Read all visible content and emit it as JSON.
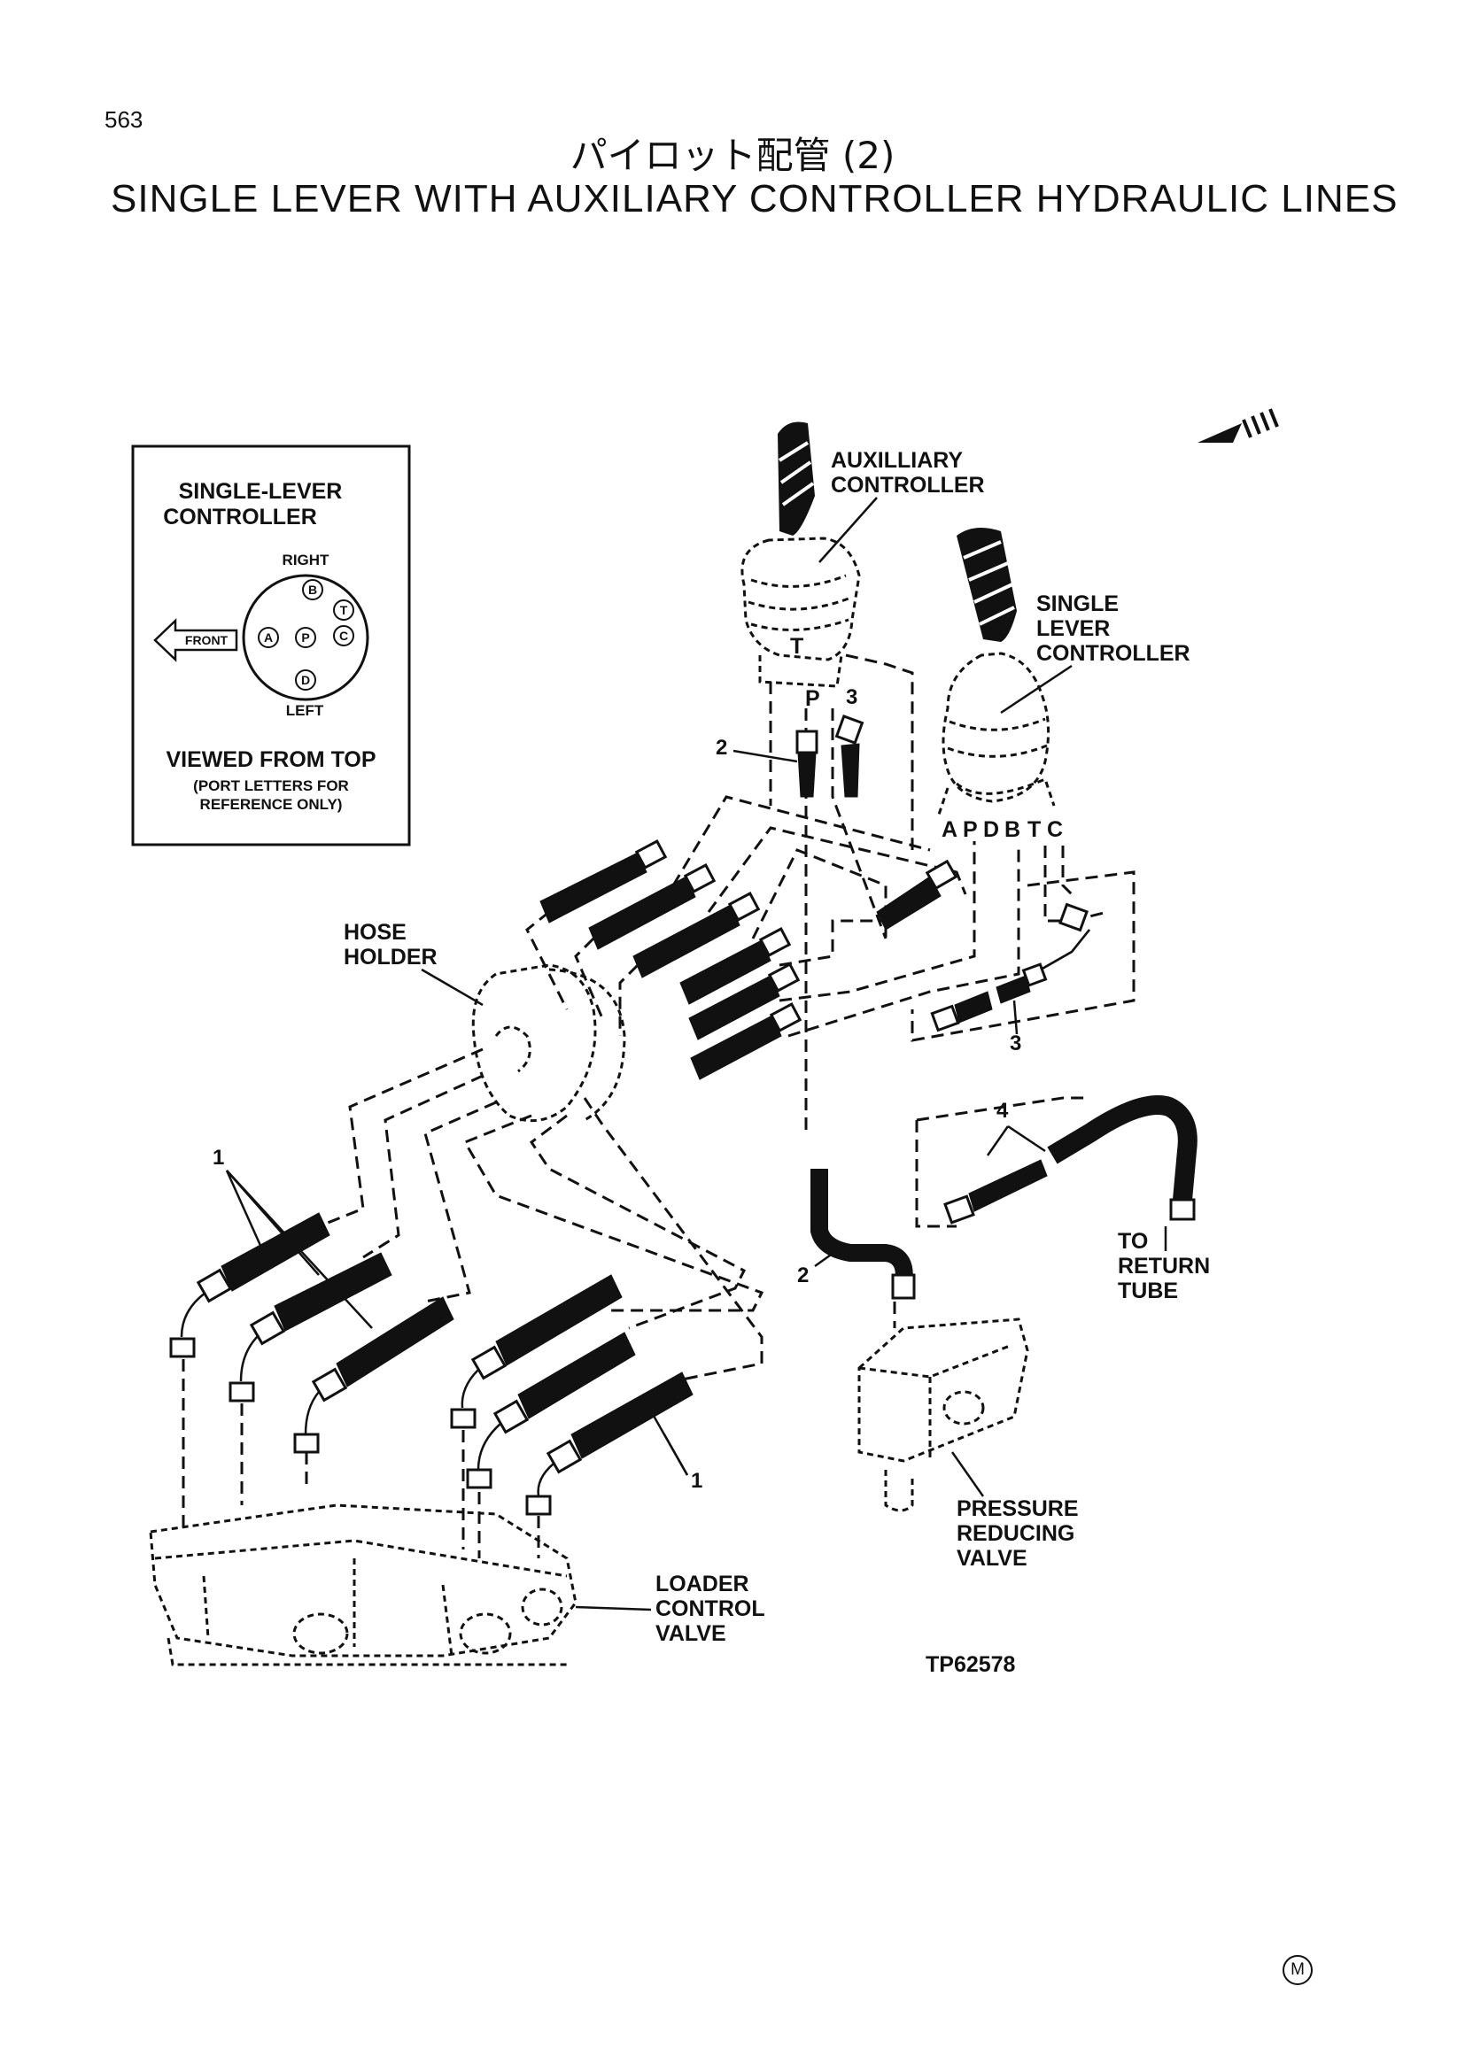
{
  "page_number": "563",
  "title_jp": "パイロット配管 (2)",
  "title_en": "SINGLE LEVER WITH AUXILIARY CONTROLLER HYDRAULIC LINES",
  "inset": {
    "heading_line1": "SINGLE-LEVER",
    "heading_line2": "CONTROLLER",
    "right": "RIGHT",
    "left": "LEFT",
    "front": "FRONT",
    "ports": [
      "A",
      "P",
      "B",
      "T",
      "C",
      "D"
    ],
    "viewed": "VIEWED FROM TOP",
    "note_line1": "(PORT LETTERS FOR",
    "note_line2": "REFERENCE ONLY)"
  },
  "labels": {
    "aux_line1": "AUXILLIARY",
    "aux_line2": "CONTROLLER",
    "single_line1": "SINGLE",
    "single_line2": "LEVER",
    "single_line3": "CONTROLLER",
    "hose_line1": "HOSE",
    "hose_line2": "HOLDER",
    "return_line1": "TO",
    "return_line2": "RETURN",
    "return_line3": "TUBE",
    "prv_line1": "PRESSURE",
    "prv_line2": "REDUCING",
    "prv_line3": "VALVE",
    "lcv_line1": "LOADER",
    "lcv_line2": "CONTROL",
    "lcv_line3": "VALVE",
    "figure_id": "TP62578",
    "aux_ports": [
      "P",
      "T"
    ],
    "single_ports": [
      "A",
      "P",
      "D",
      "B",
      "T",
      "C"
    ]
  },
  "callouts": {
    "c1_top": "1",
    "c1_bottom": "1",
    "c2_top": "2",
    "c2_bottom": "2",
    "c3_top": "3",
    "c3_bottom": "3",
    "c4": "4"
  },
  "footer_mark": "M"
}
